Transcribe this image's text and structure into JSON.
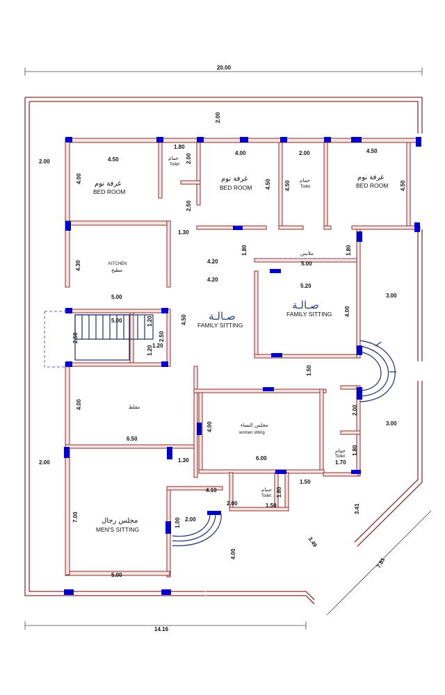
{
  "rooms": {
    "bed1": {
      "en": "BED ROOM",
      "ar": "غرفة نوم"
    },
    "bed2": {
      "en": "BED ROOM",
      "ar": "غرفة نوم"
    },
    "bed3": {
      "en": "BED ROOM",
      "ar": "غرفة نوم"
    },
    "toilet1": {
      "en": "Toilet",
      "ar": "حمام"
    },
    "toilet2": {
      "en": "Toilet",
      "ar": "حمام"
    },
    "toilet3": {
      "en": "Toilet",
      "ar": "حمام"
    },
    "toilet4": {
      "en": "Toilet",
      "ar": "حمام"
    },
    "kitchen": {
      "en": "KITCHEN",
      "ar": "مطبخ"
    },
    "family1": {
      "en": "FAMILY SITTING",
      "ar": "صـالـة"
    },
    "family2": {
      "en": "FAMILY SITTING",
      "ar": "صـالـة"
    },
    "clothes": {
      "ar": "ملابس"
    },
    "court": {
      "ar": "مقلط"
    },
    "women": {
      "en": "women sitting",
      "ar": "مجلس النساء"
    },
    "men": {
      "en": "MEN'S SITTING",
      "ar": "مجلس رجال"
    }
  },
  "dims": {
    "total_width": "20.00",
    "bottom_width": "14.16",
    "d_top_setback": "2.00",
    "d_left_setback_top": "2.00",
    "d_bed1_w": "4.50",
    "d_bed1_h": "4.00",
    "d_t1_w": "1.80",
    "d_t1_h": "2.00",
    "d_bed2_w": "4.00",
    "d_bed2_h": "4.50",
    "d_t2_w": "2.00",
    "d_t2_h": "4.50",
    "d_bed3_w": "4.50",
    "d_bed3_h": "4.50",
    "d_corr_v": "2.50",
    "d_corr_130a": "1.30",
    "d_corr_180a": "1.80",
    "d_corr_180b": "1.80",
    "d_kitchen_h": "4.30",
    "d_kitchen_420a": "4.20",
    "d_clothes_w": "5.00",
    "d_kitchen_420b": "4.20",
    "d_family2_w": "5.20",
    "d_family2_h": "4.00",
    "d_right_setback_a": "3.00",
    "d_stair_w": "5.00",
    "d_stair_inner": "5.00",
    "d_stair_250a": "2.50",
    "d_stair_250b": "2.50",
    "d_stair_120a": "1.20",
    "d_stair_120b": "1.20",
    "d_stair_120c": "1.20",
    "d_family1_h": "4.50",
    "d_150a": "1.50",
    "d_court_h": "4.00",
    "d_court_w": "6.50",
    "d_women_h": "4.00",
    "d_women_w": "6.00",
    "d_200b": "2.00",
    "d_right_setback_b": "3.00",
    "d_t3_h": "1.80",
    "d_t3_w": "1.70",
    "d_left_setback_bot": "2.00",
    "d_130b": "1.30",
    "d_150b": "1.50",
    "d_410": "4.10",
    "d_200c": "2.00",
    "d_t4_h": "1.80",
    "d_150c": "1.50",
    "d_341": "3.41",
    "d_349": "3.49",
    "d_781": "7.81",
    "d_men_h": "7.00",
    "d_men_w": "5.00",
    "d_100": "1.00",
    "d_200d": "2.00",
    "d_400e": "4.00"
  }
}
